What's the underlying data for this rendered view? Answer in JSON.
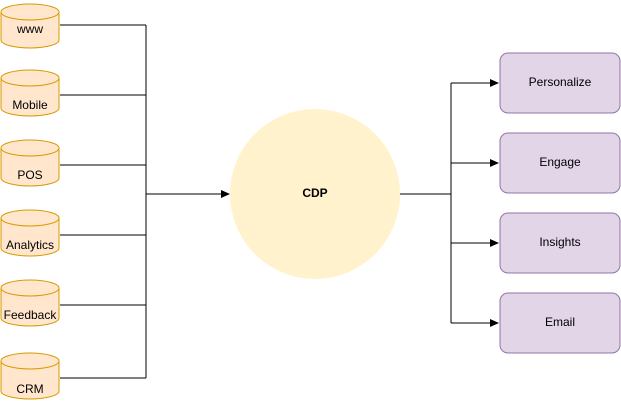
{
  "sources": [
    {
      "label": "www"
    },
    {
      "label": "Mobile"
    },
    {
      "label": "POS"
    },
    {
      "label": "Analytics"
    },
    {
      "label": "Feedback"
    },
    {
      "label": "CRM"
    }
  ],
  "hub": {
    "label": "CDP"
  },
  "outputs": [
    {
      "label": "Personalize"
    },
    {
      "label": "Engage"
    },
    {
      "label": "Insights"
    },
    {
      "label": "Email"
    }
  ],
  "colors": {
    "source_fill": "#ffe6cc",
    "source_stroke": "#d79b00",
    "hub_fill": "#fff2cc",
    "output_fill": "#e1d5e7",
    "output_stroke": "#9673a6",
    "edge": "#000000"
  }
}
